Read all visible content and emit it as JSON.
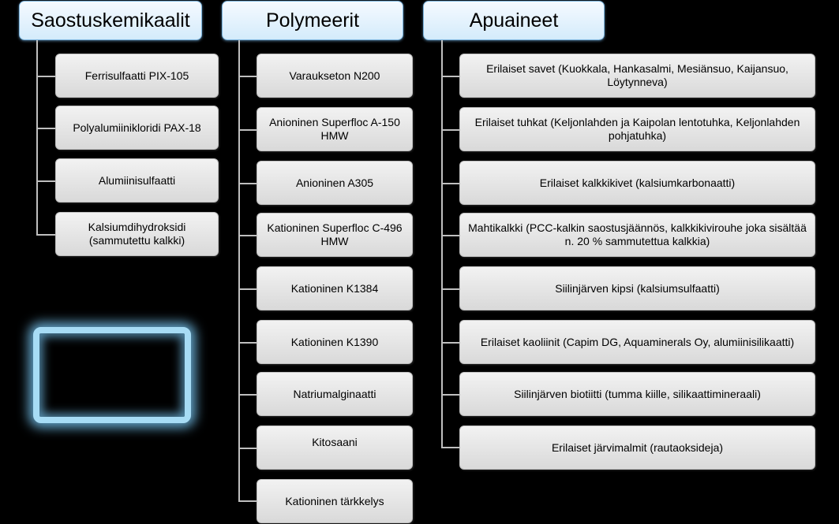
{
  "columns": {
    "saostus": {
      "title": "Saostuskemikaalit",
      "items": [
        "Ferrisulfaatti PIX-105",
        "Polyalumiinikloridi   PAX-18",
        "Alumiinisulfaatti",
        "Kalsiumdihydroksidi (sammutettu kalkki)"
      ]
    },
    "polymeerit": {
      "title": "Polymeerit",
      "items": [
        "Varaukseton N200",
        "Anioninen Superfloc A-150 HMW",
        "Anioninen A305",
        "Kationinen Superfloc C-496 HMW",
        "Kationinen K1384",
        "Kationinen K1390",
        "Natriumalginaatti",
        "Kitosaani",
        "Kationinen tärkkelys"
      ]
    },
    "apuaineet": {
      "title": "Apuaineet",
      "items": [
        "Erilaiset savet (Kuokkala, Hankasalmi, Mesiänsuo, Kaijansuo, Löytynneva)",
        "Erilaiset tuhkat (Keljonlahden ja Kaipolan lentotuhka, Keljonlahden pohjatuhka)",
        "Erilaiset kalkkikivet (kalsiumkarbonaatti)",
        "Mahtikalkki (PCC-kalkin saostusjäännös, kalkkikivirouhe joka sisältää n. 20 % sammutettua kalkkia)",
        "Siilinjärven kipsi (kalsiumsulfaatti)",
        "Erilaiset kaoliinit (Capim DG, Aquaminerals Oy, alumiinisilikaatti)",
        "Siilinjärven biotiitti (tumma kiille, silikaattimineraali)",
        "Erilaiset järvimalmit (rautaoksideja)"
      ]
    }
  },
  "colors": {
    "background": "#000000",
    "header_fill": "#dbeefb",
    "header_border": "#7fb6de",
    "box_fill": "#e6e6e6",
    "connector": "#bfbfbf",
    "glow": "#a7dcf5"
  }
}
